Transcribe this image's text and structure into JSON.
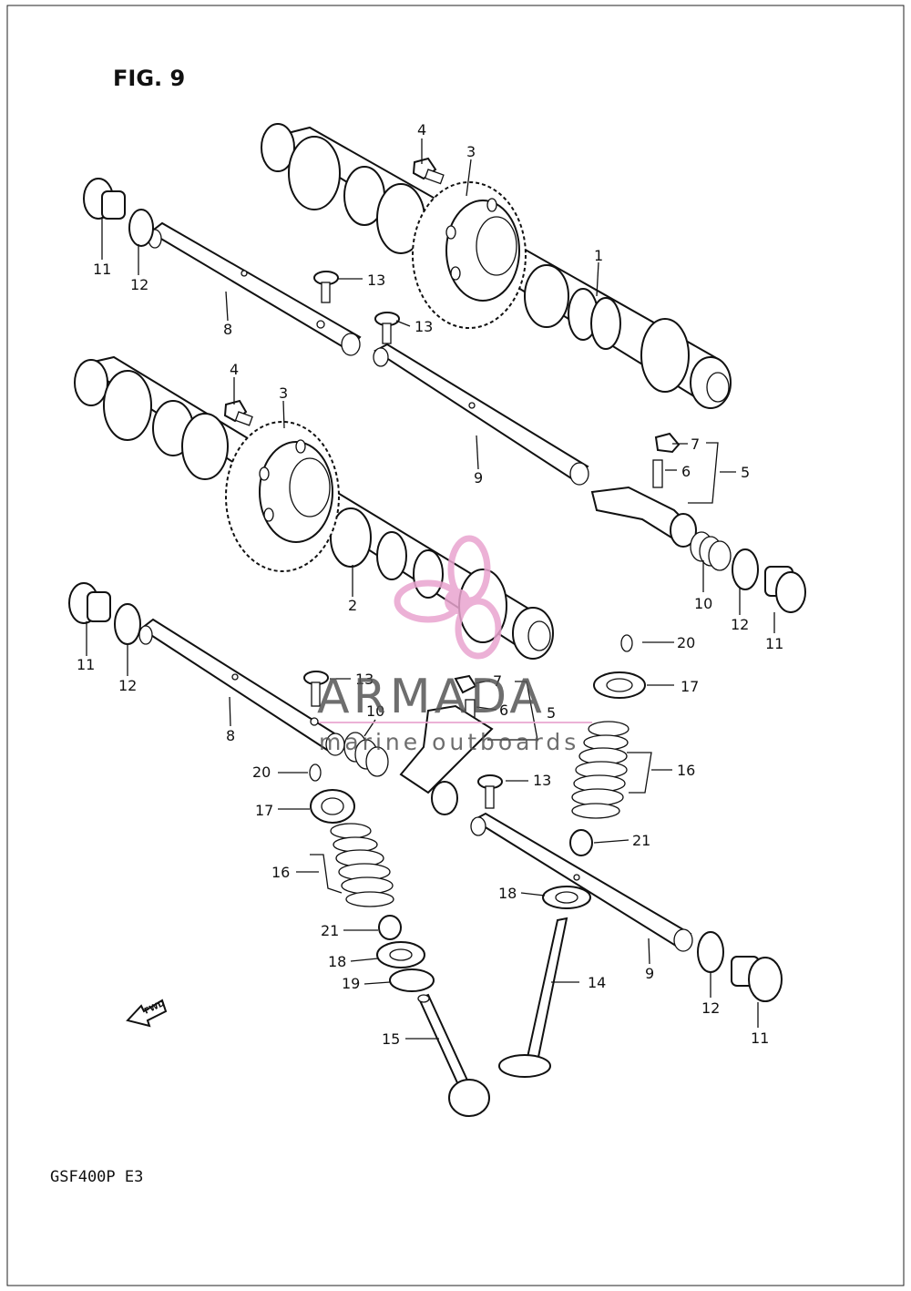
{
  "figure": {
    "title": "FIG. 9",
    "footer": "GSF400P E3"
  },
  "fwd_badge": "FWD",
  "watermark": {
    "brand": "ARMADA",
    "tagline": "marine outboards",
    "accent": "#e9a4cf"
  },
  "labels": [
    {
      "id": "c1-4",
      "text": "4"
    },
    {
      "id": "c1-3",
      "text": "3"
    },
    {
      "id": "c1-1",
      "text": "1"
    },
    {
      "id": "c1-11",
      "text": "11"
    },
    {
      "id": "c1-12",
      "text": "12"
    },
    {
      "id": "c1-8",
      "text": "8"
    },
    {
      "id": "c1-13a",
      "text": "13"
    },
    {
      "id": "c1-13b",
      "text": "13"
    },
    {
      "id": "c1-9",
      "text": "9"
    },
    {
      "id": "c2-4",
      "text": "4"
    },
    {
      "id": "c2-3",
      "text": "3"
    },
    {
      "id": "c2-2",
      "text": "2"
    },
    {
      "id": "r-7",
      "text": "7"
    },
    {
      "id": "r-6",
      "text": "6"
    },
    {
      "id": "r-5",
      "text": "5"
    },
    {
      "id": "r-10",
      "text": "10"
    },
    {
      "id": "r-12",
      "text": "12"
    },
    {
      "id": "r-11",
      "text": "11"
    },
    {
      "id": "l-11",
      "text": "11"
    },
    {
      "id": "l-12",
      "text": "12"
    },
    {
      "id": "l-8",
      "text": "8"
    },
    {
      "id": "m-13",
      "text": "13"
    },
    {
      "id": "m-7",
      "text": "7"
    },
    {
      "id": "m-6",
      "text": "6"
    },
    {
      "id": "m-5",
      "text": "5"
    },
    {
      "id": "m-10",
      "text": "10"
    },
    {
      "id": "rv-20",
      "text": "20"
    },
    {
      "id": "rv-17",
      "text": "17"
    },
    {
      "id": "rv-16",
      "text": "16"
    },
    {
      "id": "rv-13",
      "text": "13"
    },
    {
      "id": "rv-21",
      "text": "21"
    },
    {
      "id": "lv-20",
      "text": "20"
    },
    {
      "id": "lv-17",
      "text": "17"
    },
    {
      "id": "lv-16",
      "text": "16"
    },
    {
      "id": "lv-21",
      "text": "21"
    },
    {
      "id": "lv-18",
      "text": "18"
    },
    {
      "id": "lv-19",
      "text": "19"
    },
    {
      "id": "lv-15",
      "text": "15"
    },
    {
      "id": "c-18",
      "text": "18"
    },
    {
      "id": "c-14",
      "text": "14"
    },
    {
      "id": "c-9",
      "text": "9"
    },
    {
      "id": "b-12",
      "text": "12"
    },
    {
      "id": "b-11",
      "text": "11"
    }
  ]
}
